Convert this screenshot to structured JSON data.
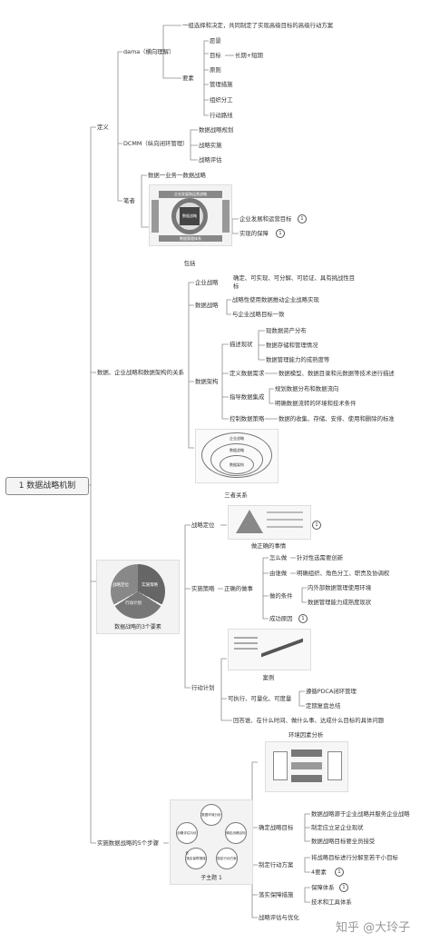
{
  "root": "1 数据战略机制",
  "branches": {
    "definition": {
      "label": "定义",
      "dama": {
        "label": "dama（横向理解）",
        "desc": "一组选择和决定，共同制定了实现高级目标的高级行动方案",
        "elements_label": "要素",
        "elements": [
          "愿景",
          "目标",
          "原则",
          "管理措施",
          "组织分工",
          "行动路线"
        ],
        "goal_sub": "长期+短期"
      },
      "dcmm": {
        "label": "DCMM（纵向闭环管理）",
        "items": [
          "数据战略规划",
          "战略实施",
          "战略评估"
        ]
      },
      "author": {
        "label": "笔者",
        "formula": "数据一业务一数据战略",
        "caption": "包括",
        "items": [
          "企业发展和运营目标",
          "实现的保障"
        ],
        "badges": [
          "1",
          "1"
        ],
        "img_text": {
          "top": "企业发展和运营战略",
          "left": "企业数据战略",
          "center": "数据战略",
          "bottom": "数据管理体系"
        }
      }
    },
    "relation": {
      "label": "数据、企业战略和数据架构的关系",
      "enterprise": {
        "label": "企业战略",
        "desc": "确定、可实现、可分解、可验证、具有挑战性目标"
      },
      "data_strategy": {
        "label": "数据战略",
        "items": [
          "战略性使用数据推动企业战略实现",
          "与企业战略目标一致"
        ]
      },
      "architecture": {
        "label": "数据架构",
        "describe": {
          "label": "描述现状",
          "items": [
            "现数据资产分布",
            "数据存储和管理情况",
            "数据管理能力的成熟度等"
          ]
        },
        "define": {
          "label": "定义数据需求",
          "desc": "数据模型、数据目录和元数据等技术进行描述"
        },
        "guide": {
          "label": "指导数据集成",
          "items": [
            "规划数据分布和数据流向",
            "明确数据流转的环境和技术条件"
          ]
        },
        "control": {
          "label": "控制数据策略",
          "desc": "数据的收集、存储、安排、使用和删除的标准"
        }
      },
      "img_text": [
        "企业战略",
        "数据战略",
        "数据架构"
      ],
      "caption": "三者关系"
    },
    "elements3": {
      "label": "数据战略的3个要素",
      "pie": [
        "战略定位",
        "实施策略",
        "行动计划"
      ],
      "positioning": {
        "label": "战略定位",
        "caption": "做正确的事情",
        "badge": "1"
      },
      "tactics": {
        "label": "实施策略",
        "sub": "正确的做事",
        "how": {
          "label": "怎么做",
          "desc": "针对性选需要创新"
        },
        "who": {
          "label": "由谁做",
          "desc": "明确组织、角色分工、职责及协调权"
        },
        "cond": {
          "label": "做的条件",
          "items": [
            "内外部数据管理使用环境",
            "数据管理能力成熟度现状"
          ]
        },
        "success": {
          "label": "成功原因",
          "badge": "1"
        }
      },
      "action": {
        "label": "行动计划",
        "caption": "案例",
        "exec": {
          "label": "可执行、可量化、可度量",
          "items": [
            "遵循PDCA闭环管理",
            "定期复盘总结"
          ]
        },
        "answer": "回答谁、在什么时间、做什么事、达成什么目标的具体问题"
      }
    },
    "steps": {
      "label": "实施数据战略的5个步骤",
      "caption": "子主题 1",
      "cycle": [
        "数据环境分析",
        "确定战略目标",
        "制定行动方案",
        "落实保障措施",
        "战略评估与优化"
      ],
      "env": {
        "label": "环境因素分析"
      },
      "goal": {
        "label": "确定战略目标",
        "items": [
          "数据战略源于企业战略并服务企业战略",
          "制定应立足企业现状",
          "数据战略目标要全员接受"
        ]
      },
      "plan": {
        "label": "制定行动方案",
        "items": [
          "将战略目标进行分解至若干小目标",
          "4要素"
        ],
        "badge": "1"
      },
      "guarantee": {
        "label": "落实保障措施",
        "items": [
          "保障体系",
          "技术和工具体系"
        ],
        "badge": "1"
      },
      "evaluate": {
        "label": "战略评估与优化"
      }
    }
  },
  "watermark": "知乎 @大玲子"
}
